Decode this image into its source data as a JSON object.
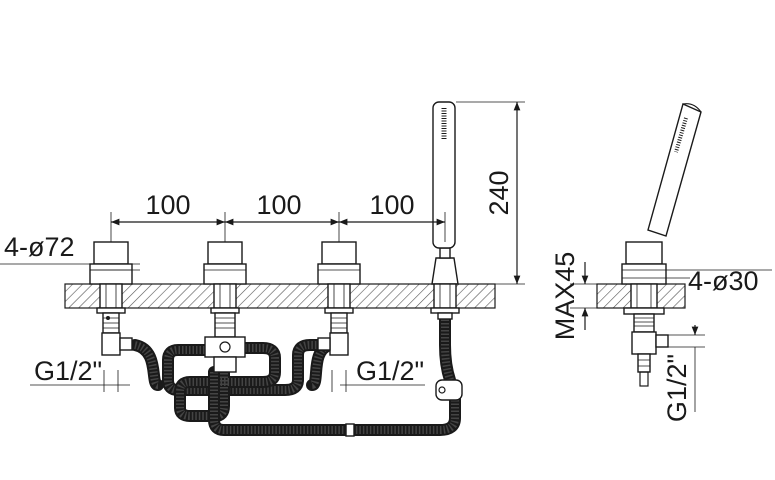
{
  "dimensions": {
    "spacing_1": "100",
    "spacing_2": "100",
    "spacing_3": "100",
    "hole_spec_front": "4-ø72",
    "height": "240",
    "connection_left": "G1/2\"",
    "connection_right": "G1/2\"",
    "max_deck": "MAX45",
    "hole_spec_side": "4-ø30",
    "connection_side": "G1/2\""
  },
  "colors": {
    "line": "#1a1a1a",
    "hatch": "#555555",
    "background": "#ffffff"
  }
}
